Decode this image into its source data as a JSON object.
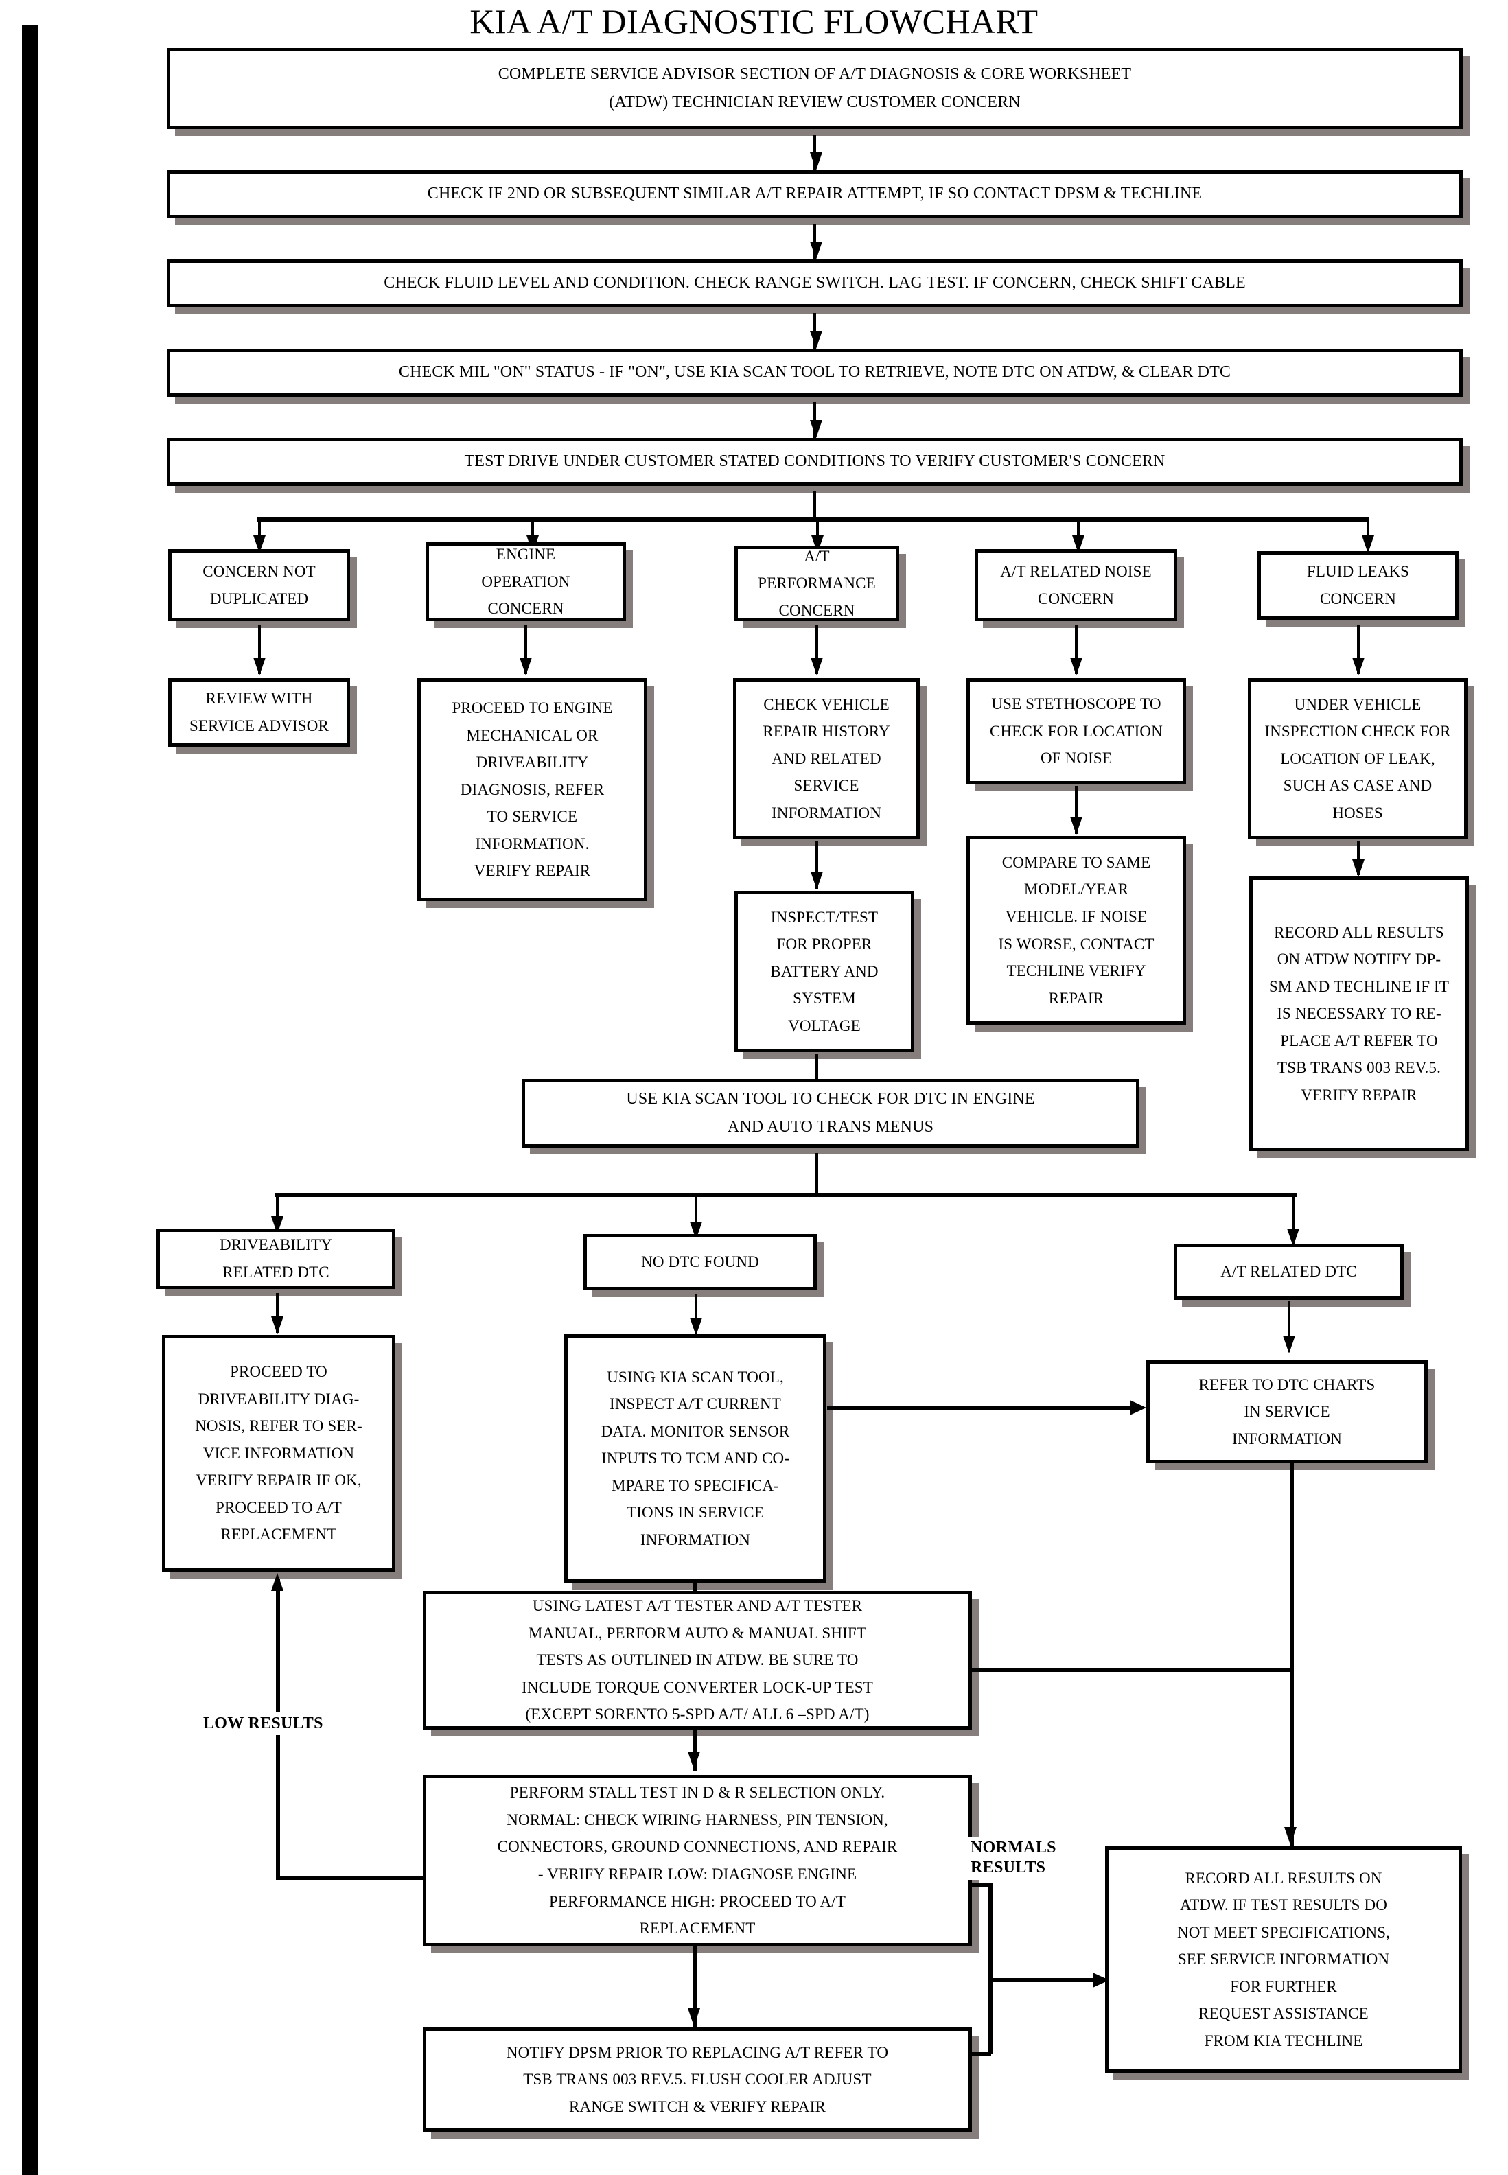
{
  "title": "KIA A/T DIAGNOSTIC FLOWCHART",
  "nodes": {
    "n1": "COMPLETE SERVICE ADVISOR SECTION OF A/T DIAGNOSIS & CORE WORKSHEET\n(ATDW) TECHNICIAN REVIEW CUSTOMER CONCERN",
    "n2": "CHECK IF 2ND OR SUBSEQUENT SIMILAR A/T REPAIR ATTEMPT, IF SO CONTACT DPSM & TECHLINE",
    "n3": "CHECK FLUID LEVEL AND CONDITION. CHECK RANGE SWITCH.  LAG TEST. IF CONCERN, CHECK SHIFT CABLE",
    "n4": "CHECK MIL \"ON\" STATUS - IF \"ON\", USE KIA SCAN TOOL TO RETRIEVE,  NOTE DTC ON ATDW, & CLEAR DTC",
    "n5": "TEST DRIVE UNDER CUSTOMER STATED CONDITIONS TO VERIFY CUSTOMER'S CONCERN",
    "c1": "CONCERN NOT\nDUPLICATED",
    "c2": "ENGINE\nOPERATION\nCONCERN",
    "c3": "A/T\nPERFORMANCE\nCONCERN",
    "c4": "A/T RELATED NOISE\nCONCERN",
    "c5": "FLUID LEAKS\nCONCERN",
    "d1": "REVIEW  WITH\nSERVICE ADVISOR",
    "d2": "PROCEED TO ENGINE\nMECHANICAL OR\nDRIVEABILITY\nDIAGNOSIS, REFER\nTO SERVICE\nINFORMATION.\nVERIFY REPAIR",
    "d3": "CHECK VEHICLE\nREPAIR HISTORY\nAND RELATED\nSERVICE\nINFORMATION",
    "d4": "USE STETHOSCOPE TO\nCHECK FOR LOCATION\nOF NOISE",
    "d5": "UNDER VEHICLE\nINSPECTION CHECK  FOR\nLOCATION  OF LEAK,\nSUCH AS CASE AND\nHOSES",
    "e3": "INSPECT/TEST\nFOR PROPER\nBATTERY AND\nSYSTEM\nVOLTAGE",
    "e4": "COMPARE TO SAME\nMODEL/YEAR\nVEHICLE.  IF NOISE\nIS WORSE, CONTACT\nTECHLINE VERIFY\nREPAIR",
    "e5": "RECORD  ALL RESULTS\nON ATDW NOTIFY  DP-\nSM AND TECHLINE IF IT\nIS NECESSARY TO RE-\nPLACE A/T REFER  TO\nTSB TRANS 003  REV.5.\nVERIFY REPAIR",
    "scan": "USE KIA SCAN TOOL TO CHECK FOR DTC IN ENGINE\nAND AUTO TRANS MENUS",
    "dtc1": "DRIVEABILITY\nRELATED DTC",
    "dtc2": "NO  DTC FOUND",
    "dtc3": "A/T  RELATED DTC",
    "f1": "PROCEED TO\nDRIVEABILITY DIAG-\nNOSIS, REFER  TO SER-\nVICE INFORMATION\nVERIFY  REPAIR IF OK,\nPROCEED  TO A/T\nREPLACEMENT",
    "f2": "USING  KIA SCAN TOOL,\nINSPECT A/T CURRENT\nDATA. MONITOR SENSOR\nINPUTS TO TCM AND CO-\nMPARE  TO SPECIFICA-\nTIONS IN SERVICE\nINFORMATION",
    "f3": "REFER  TO DTC CHARTS\nIN SERVICE\nINFORMATION",
    "g1": "USING  LATEST A/T TESTER AND A/T TESTER\nMANUAL, PERFORM AUTO & MANUAL  SHIFT\nTESTS AS OUTLINED  IN ATDW. BE SURE  TO\nINCLUDE TORQUE CONVERTER LOCK-UP  TEST\n(EXCEPT SORENTO 5-SPD A/T/ ALL 6 –SPD A/T)",
    "g2": "PERFORM STALL  TEST IN D & R SELECTION  ONLY.\nNORMAL: CHECK WIRING  HARNESS,  PIN TENSION,\nCONNECTORS, GROUND CONNECTIONS,  AND REPAIR\n- VERIFY  REPAIR LOW: DIAGNOSE  ENGINE\nPERFORMANCE  HIGH: PROCEED  TO A/T\nREPLACEMENT",
    "g3": "NOTIFY  DPSM PRIOR  TO REPLACING A/T REFER TO\nTSB TRANS 003 REV.5.  FLUSH COOLER  ADJUST\nRANGE SWITCH & VERIFY  REPAIR",
    "h1": "RECORD  ALL RESULTS  ON\nATDW.  IF TEST RESULTS DO\nNOT MEET SPECIFICATIONS,\nSEE SERVICE INFORMATION\nFOR FURTHER\nREQUEST  ASSISTANCE\nFROM KIA TECHLINE"
  },
  "labels": {
    "low_results": "LOW RESULTS",
    "normals_results": "NORMALS\nRESULTS"
  },
  "colors": {
    "ink": "#000000",
    "paper": "#ffffff",
    "shadow": "#807676"
  }
}
